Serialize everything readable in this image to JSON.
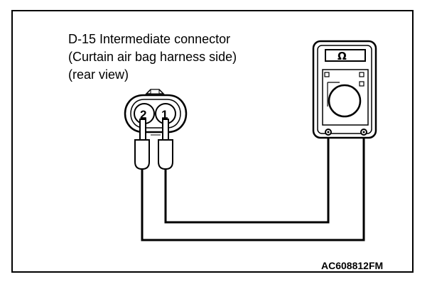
{
  "connector": {
    "line1": "D-15 Intermediate connector",
    "line2": "(Curtain air bag harness side)",
    "line3": "(rear view)",
    "pin_left": "2",
    "pin_right": "1"
  },
  "meter": {
    "symbol": "Ω",
    "icon": "ohmmeter-icon"
  },
  "figure_code": "AC608812FM",
  "colors": {
    "line": "#000000",
    "background": "#ffffff"
  }
}
